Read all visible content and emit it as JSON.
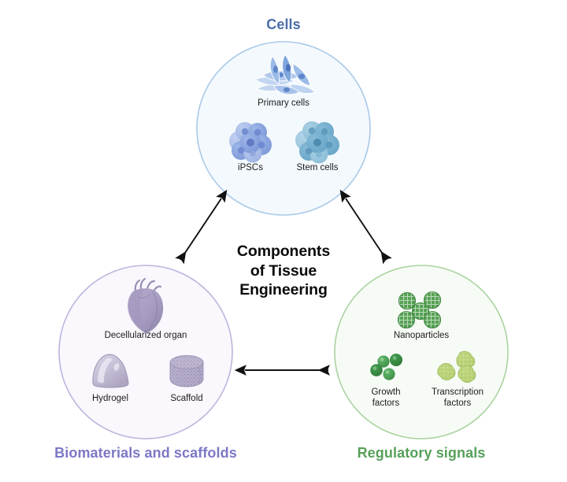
{
  "figure": {
    "center_title_lines": [
      "Components",
      "of Tissue",
      "Engineering"
    ],
    "background": "#ffffff"
  },
  "groups": [
    {
      "id": "cells",
      "heading": "Cells",
      "heading_color": "#4a6ea8",
      "circle_fill": "#f4f9fd",
      "circle_stroke": "#a9c9e8",
      "items": [
        {
          "label": "Primary cells",
          "icon": "spindle-cells-icon"
        },
        {
          "label": "iPSCs",
          "icon": "ipsc-cluster-icon"
        },
        {
          "label": "Stem cells",
          "icon": "stem-cell-cluster-icon"
        }
      ]
    },
    {
      "id": "biomaterials",
      "heading": "Biomaterials and scaffolds",
      "heading_color": "#7b78c4",
      "circle_fill": "#faf7fd",
      "circle_stroke": "#bdb4dc",
      "items": [
        {
          "label": "Decellularized organ",
          "icon": "heart-icon"
        },
        {
          "label": "Hydrogel",
          "icon": "hydrogel-dome-icon"
        },
        {
          "label": "Scaffold",
          "icon": "porous-scaffold-icon"
        }
      ]
    },
    {
      "id": "regulatory",
      "heading": "Regulatory signals",
      "heading_color": "#57a05a",
      "circle_fill": "#f7fbf5",
      "circle_stroke": "#a9d3a0",
      "items": [
        {
          "label": "Nanoparticles",
          "icon": "nanoparticles-icon"
        },
        {
          "label_line1": "Growth",
          "label_line2": "factors",
          "icon": "growth-factors-icon"
        },
        {
          "label_line1": "Transcription",
          "label_line2": "factors",
          "icon": "transcription-factors-icon"
        }
      ]
    }
  ],
  "connectors": [
    {
      "id": "cells-biomaterials",
      "style": "double-headed-arrow",
      "color": "#111111"
    },
    {
      "id": "cells-regulatory",
      "style": "double-headed-arrow",
      "color": "#111111"
    },
    {
      "id": "biomaterials-regulatory",
      "style": "double-headed-arrow",
      "color": "#111111"
    }
  ]
}
